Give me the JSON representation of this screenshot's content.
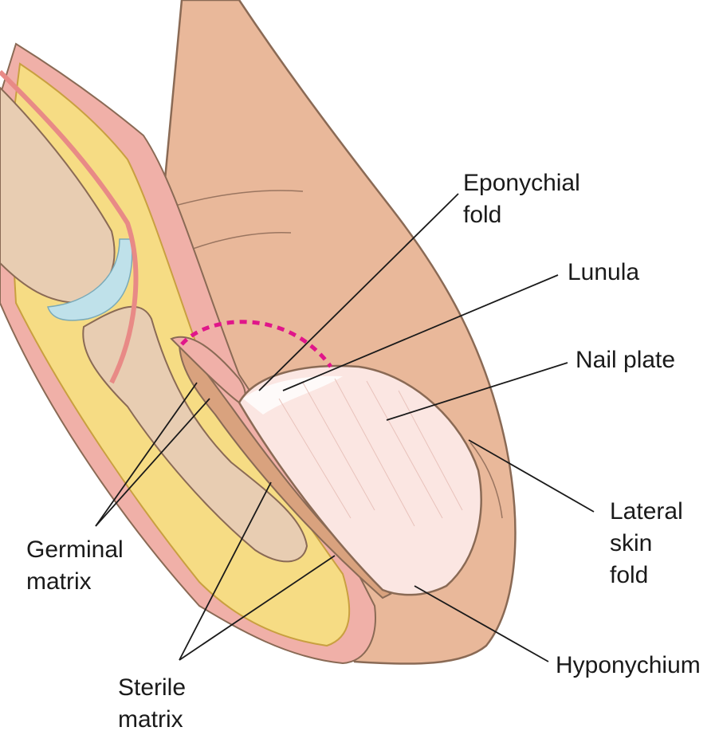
{
  "diagram": {
    "colors": {
      "skin": "#e9b89a",
      "skin_outline": "#8a6a55",
      "nail_plate": "#fbe6e2",
      "dermis_pink": "#f0b0a8",
      "fat_yellow": "#f6dc84",
      "bone": "#e8cdb2",
      "joint_blue": "#bfe1ea",
      "artery_red": "#e88a86",
      "dashed_marker": "#e0168a",
      "leader_line": "#1a1a1a"
    },
    "labels": {
      "eponychial_fold": [
        "Eponychial",
        "fold"
      ],
      "lunula": "Lunula",
      "nail_plate": "Nail plate",
      "lateral_skin_fold": [
        "Lateral",
        "skin",
        "fold"
      ],
      "hyponychium": "Hyponychium",
      "germinal_matrix": [
        "Germinal",
        "matrix"
      ],
      "sterile_matrix": [
        "Sterile",
        "matrix"
      ]
    }
  }
}
